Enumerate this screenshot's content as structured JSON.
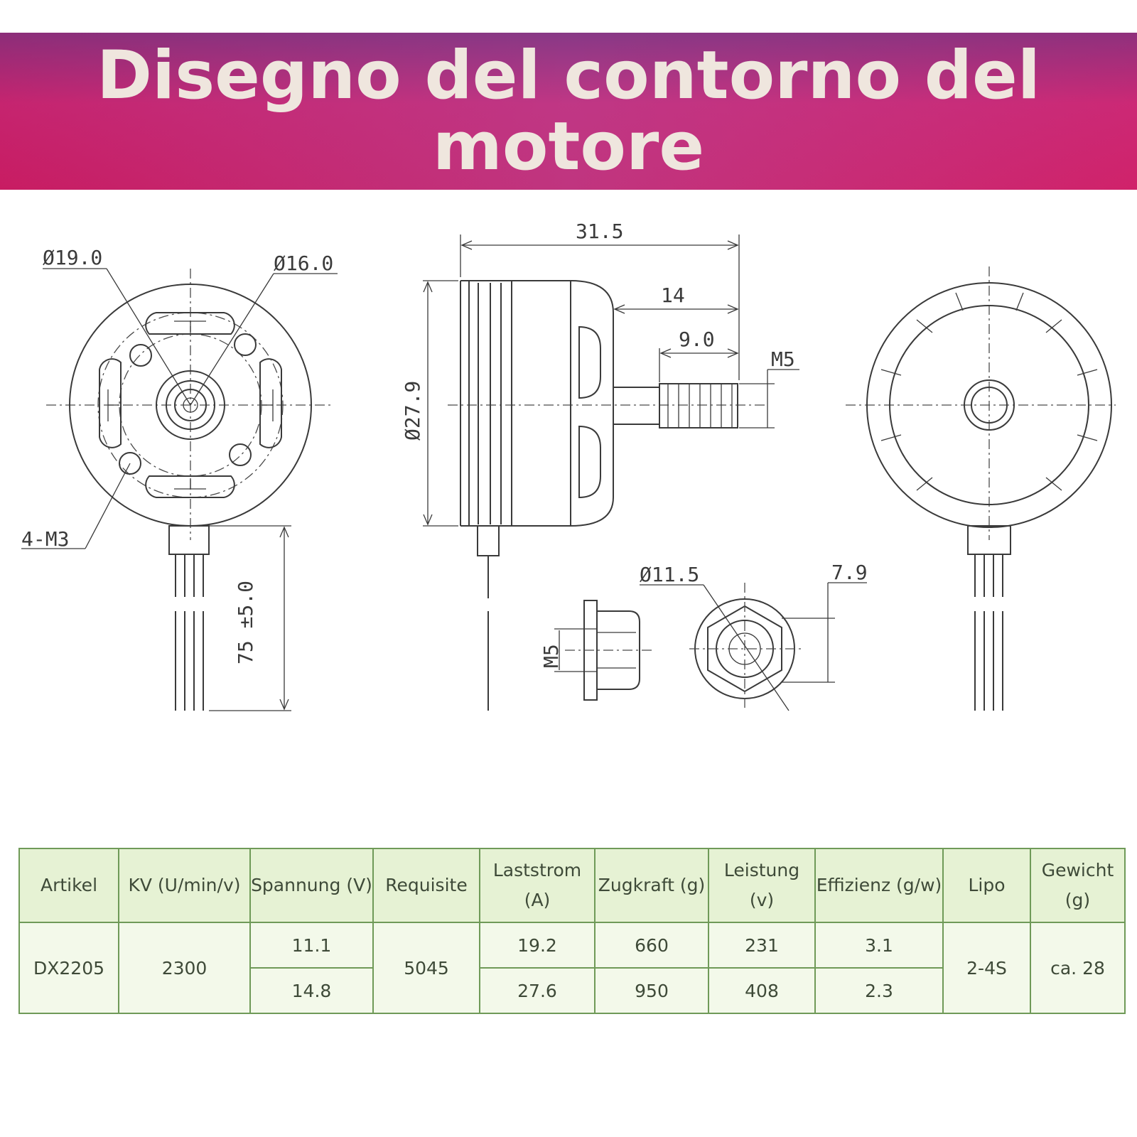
{
  "banner": {
    "title": "Disegno del contorno del motore"
  },
  "drawing": {
    "dims": {
      "d19": "Ø19.0",
      "d16": "Ø16.0",
      "m3": "4-M3",
      "wire_len": "75 ±5.0",
      "len": "31.5",
      "shaft_total": "14",
      "shaft": "9.0",
      "thread": "M5",
      "dia": "Ø27.9",
      "nut_dia": "Ø11.5",
      "nut_h": "7.9",
      "nut_thread": "M5"
    }
  },
  "table": {
    "headers": [
      "Artikel",
      "KV (U/min/v)",
      "Spannung (V)",
      "Requisite",
      "Laststrom (A)",
      "Zugkraft (g)",
      "Leistung (v)",
      "Effizienz (g/w)",
      "Lipo",
      "Gewicht (g)"
    ],
    "artikel": "DX2205",
    "kv": "2300",
    "requisite": "5045",
    "lipo": "2-4S",
    "gewicht": "ca. 28",
    "rows": [
      {
        "spannung": "11.1",
        "laststrom": "19.2",
        "zugkraft": "660",
        "leistung": "231",
        "effizienz": "3.1"
      },
      {
        "spannung": "14.8",
        "laststrom": "27.6",
        "zugkraft": "950",
        "leistung": "408",
        "effizienz": "2.3"
      }
    ]
  }
}
